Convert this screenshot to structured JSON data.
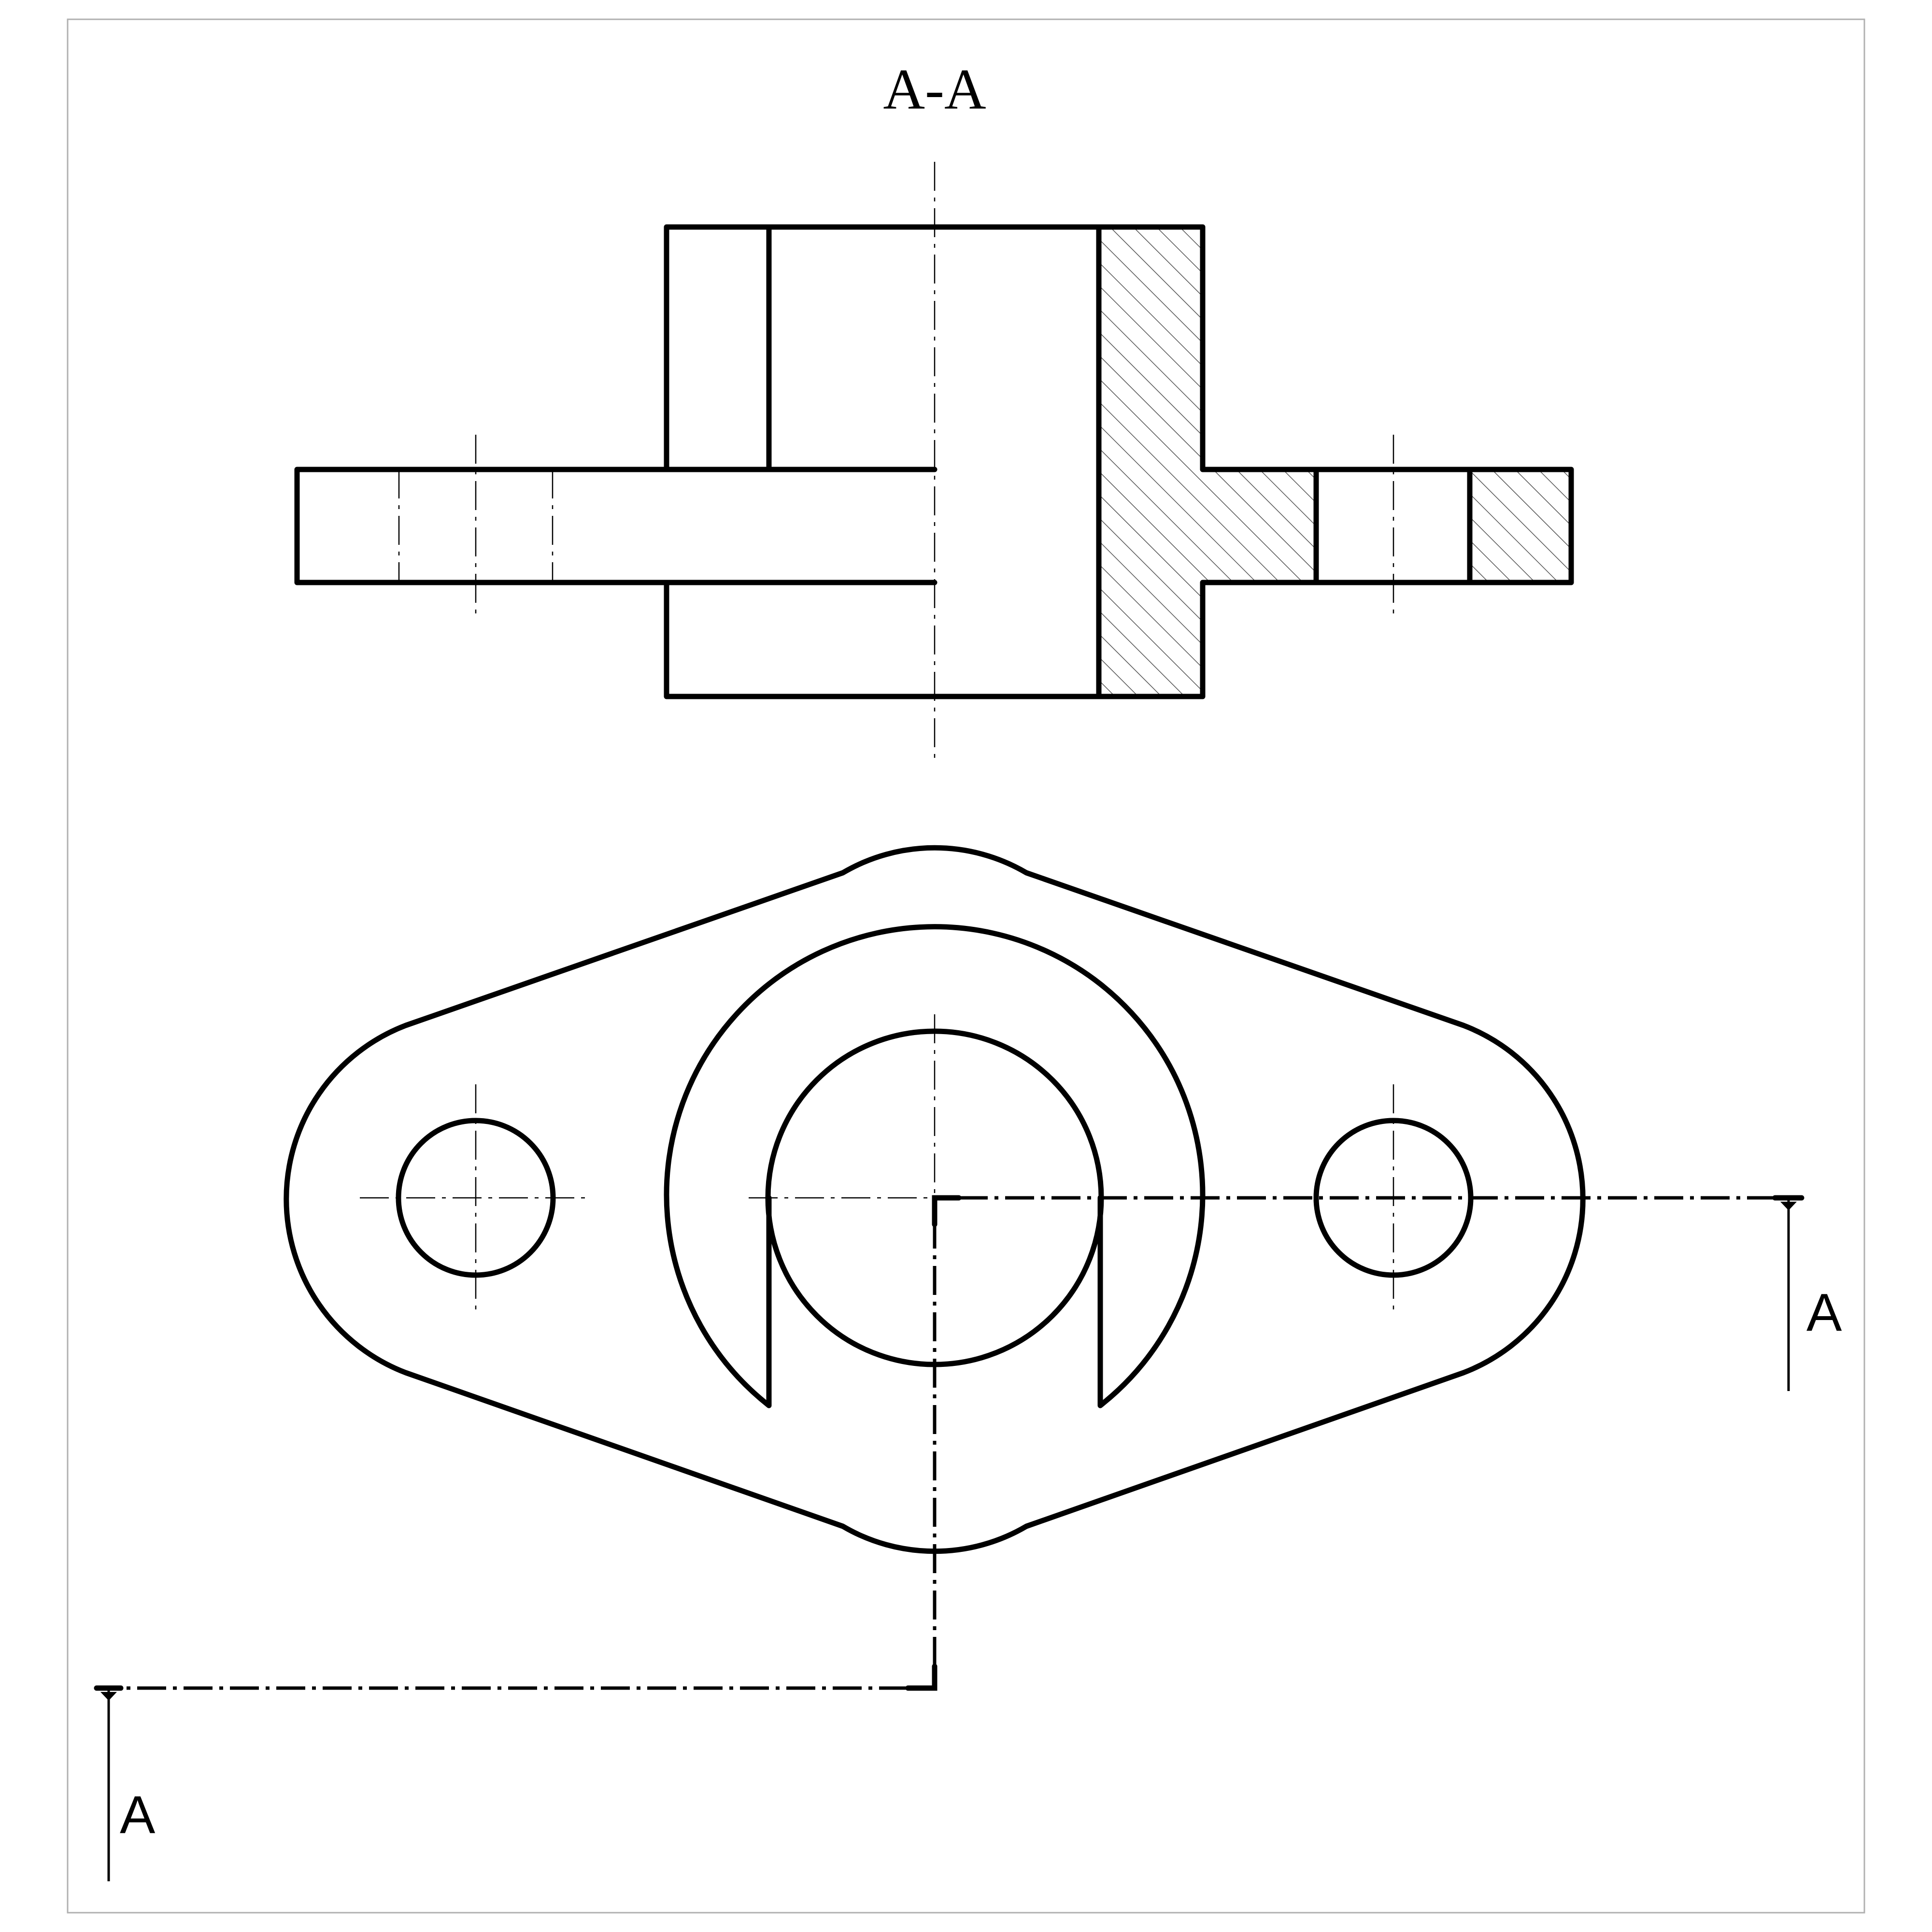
{
  "section_title": "A-A",
  "cut_label_right": "A",
  "cut_label_left": "A",
  "colors": {
    "line": "#000000",
    "border": "#b0b0b0",
    "background": "#ffffff"
  }
}
